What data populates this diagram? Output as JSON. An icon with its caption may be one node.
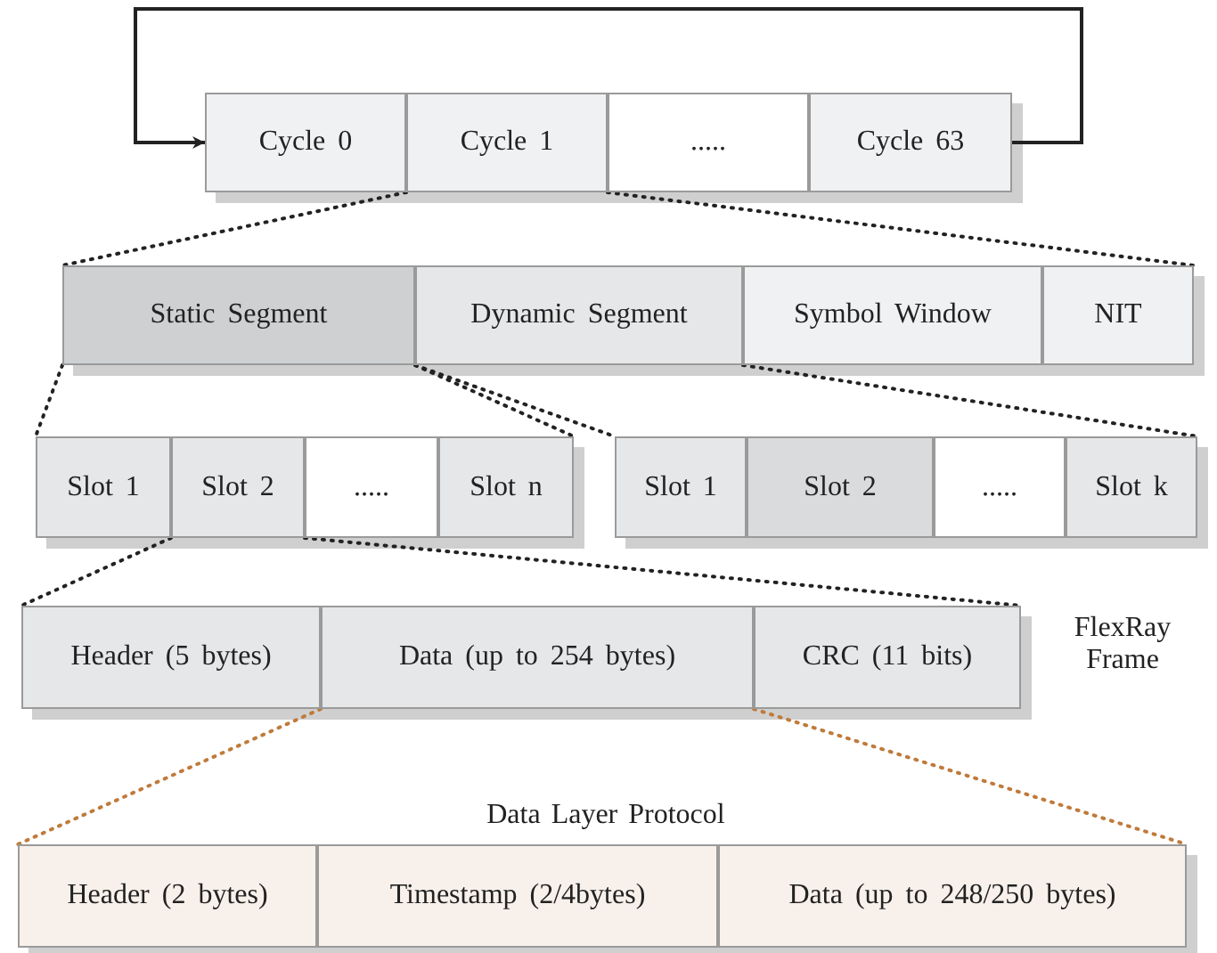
{
  "diagram": {
    "nodes": [
      {
        "text": [],
        "shape": "bar"
      },
      {
        "text": [
          "Cycle 0"
        ],
        "in": 0
      },
      {
        "text": [
          "Cycle 1"
        ],
        "in": 0
      },
      {
        "text": [
          "....."
        ],
        "in": 0
      },
      {
        "text": [
          "Cycle 63"
        ],
        "in": 0
      },
      {
        "text": [],
        "shape": "bar"
      },
      {
        "text": [
          "Static Segment"
        ],
        "in": 5
      },
      {
        "text": [
          "Dynamic Segment"
        ],
        "in": 5
      },
      {
        "text": [
          "Symbol Window"
        ],
        "in": 5
      },
      {
        "text": [
          "NIT"
        ],
        "in": 5
      },
      {
        "text": [],
        "shape": "bar"
      },
      {
        "text": [
          "Slot 1"
        ],
        "in": 10
      },
      {
        "text": [
          "Slot 2"
        ],
        "in": 10
      },
      {
        "text": [
          "....."
        ],
        "in": 10
      },
      {
        "text": [
          "Slot n"
        ],
        "in": 10
      },
      {
        "text": [],
        "shape": "bar"
      },
      {
        "text": [
          "Slot 1"
        ],
        "in": 15
      },
      {
        "text": [
          "Slot 2"
        ],
        "in": 15
      },
      {
        "text": [
          "....."
        ],
        "in": 15
      },
      {
        "text": [
          "Slot k"
        ],
        "in": 15
      },
      {
        "text": [],
        "shape": "bar"
      },
      {
        "text": [
          "Header (5 bytes)"
        ],
        "in": 20
      },
      {
        "text": [
          "Data (up to 254 bytes)"
        ],
        "in": 20
      },
      {
        "text": [
          "CRC (11 bits)"
        ],
        "in": 20
      },
      {
        "text": [],
        "shape": "bar"
      },
      {
        "text": [
          "Header (2 bytes)"
        ],
        "in": 24
      },
      {
        "text": [
          "Timestamp (2/4bytes)"
        ],
        "in": 24
      },
      {
        "text": [
          "Data (up to 248/250 bytes)"
        ],
        "in": 24
      }
    ],
    "edges": [
      {
        "from": 4,
        "to": 1,
        "arrow": "to"
      },
      {
        "from": 2,
        "to": 5,
        "arrow": "none",
        "style": "dashed"
      },
      {
        "from": 2,
        "to": 5,
        "arrow": "none",
        "style": "dashed"
      },
      {
        "from": 6,
        "to": 10,
        "arrow": "none",
        "style": "dashed"
      },
      {
        "from": 6,
        "to": 10,
        "arrow": "none",
        "style": "dashed"
      },
      {
        "from": 7,
        "to": 15,
        "arrow": "none",
        "style": "dashed"
      },
      {
        "from": 7,
        "to": 15,
        "arrow": "none",
        "style": "dashed"
      },
      {
        "from": 12,
        "to": 20,
        "arrow": "none",
        "style": "dashed"
      },
      {
        "from": 12,
        "to": 20,
        "arrow": "none",
        "style": "dashed"
      },
      {
        "from": 22,
        "to": 24,
        "arrow": "none",
        "style": "dashed",
        "color": "#c07a3a"
      },
      {
        "from": 22,
        "to": 24,
        "arrow": "none",
        "style": "dashed",
        "color": "#c07a3a"
      }
    ],
    "labels": [
      "FlexRay Frame",
      "Data Layer Protocol"
    ]
  }
}
